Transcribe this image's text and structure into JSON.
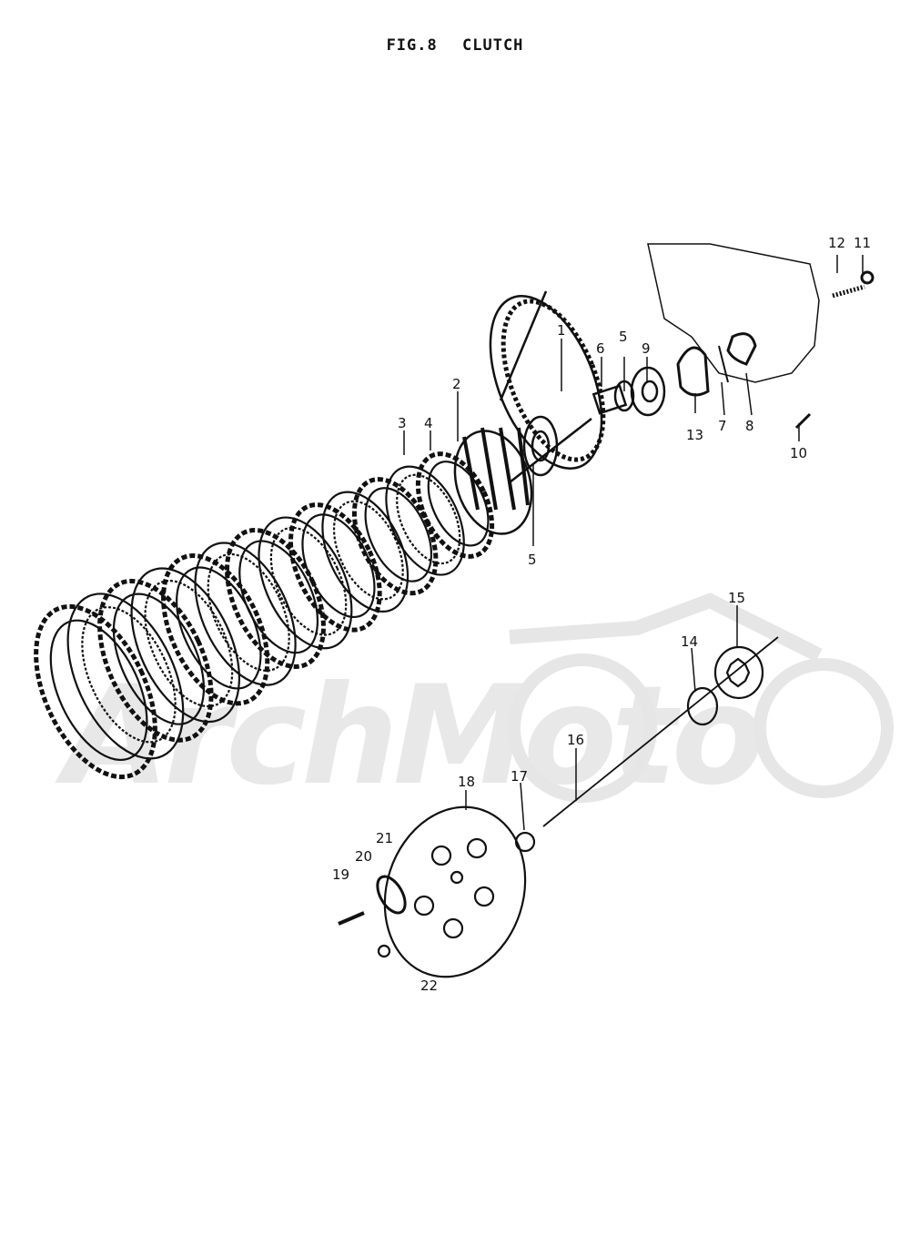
{
  "figure": {
    "number": "FIG.8",
    "title": "CLUTCH"
  },
  "watermark": {
    "text": "ArchMoto",
    "color": "#e6e6e6"
  },
  "colors": {
    "ink": "#111111",
    "paper": "#ffffff"
  },
  "callouts": [
    "1",
    "2",
    "3",
    "4",
    "5",
    "5",
    "6",
    "7",
    "8",
    "9",
    "10",
    "11",
    "12",
    "13",
    "14",
    "15",
    "16",
    "17",
    "18",
    "19",
    "20",
    "21",
    "22"
  ]
}
